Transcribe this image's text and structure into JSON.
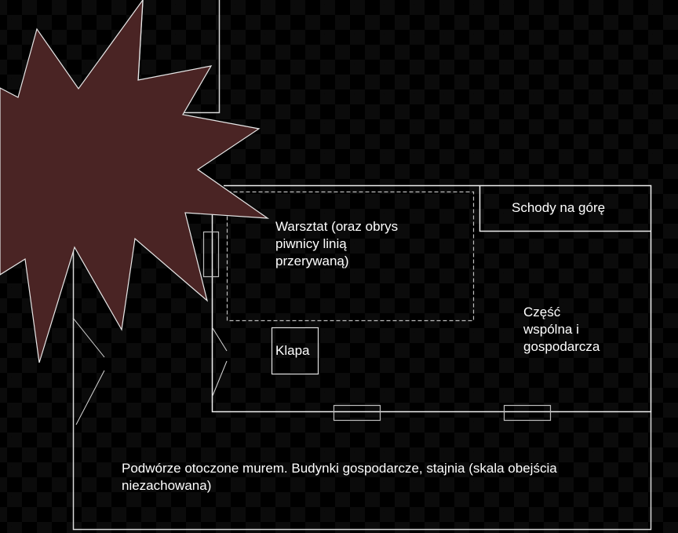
{
  "diagram": {
    "type": "floor-plan",
    "background": "checkerboard",
    "colors": {
      "background_dark": "#000000",
      "background_light": "#0b0b0b",
      "line": "#e6e6e6",
      "explosion_fill": "#4a2424",
      "text": "#ffffff"
    },
    "labels": {
      "workshop": "Warsztat (oraz obrys\npiwnicy linią\nprzerywaną)",
      "stairs": "Schody na górę",
      "common_area": "Część\nwspólna i\ngospodarcza",
      "hatch": "Klapa",
      "courtyard": "Podwórze otoczone murem. Budynki gospodarcze, stajnia (skala obejścia\nniezachowana)"
    },
    "shapes": {
      "explosion": "starburst shape (top-left)",
      "upper_room": "rectangle partially off-canvas top",
      "main_building": "rectangle",
      "stairs_box": "rectangle",
      "cellar_outline": "dashed rectangle",
      "hatch_box": "square",
      "courtyard_wall": "rectangle outline",
      "windows": [
        "left wall window",
        "bottom wall window 1",
        "bottom wall window 2"
      ],
      "doors": [
        "building side door",
        "courtyard gate"
      ]
    }
  }
}
